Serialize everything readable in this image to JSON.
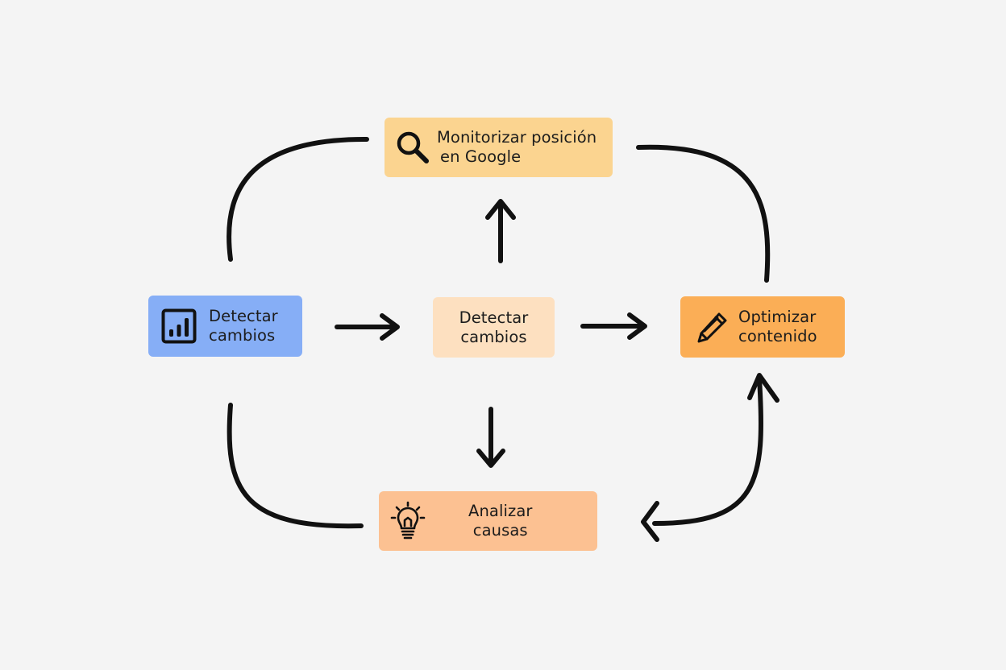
{
  "diagram": {
    "nodes": {
      "detect_primary": {
        "line1": "Detectar",
        "line2": "cambios",
        "icon": "bar-chart-icon",
        "color": "#86aef6"
      },
      "detect_center": {
        "line1": "Detectar",
        "line2": "cambios",
        "color": "#fde0c0"
      },
      "monitor": {
        "line1": "Monitorizar posición",
        "line2": "en Google",
        "icon": "magnifier-icon",
        "color": "#fbd490"
      },
      "optimize": {
        "line1": "Optimizar",
        "line2": "contenido",
        "icon": "pencil-icon",
        "color": "#fbae56"
      },
      "analyze": {
        "line1": "Analizar",
        "line2": "causas",
        "icon": "lightbulb-icon",
        "color": "#fcc192"
      }
    },
    "connector_color": "#111111"
  }
}
